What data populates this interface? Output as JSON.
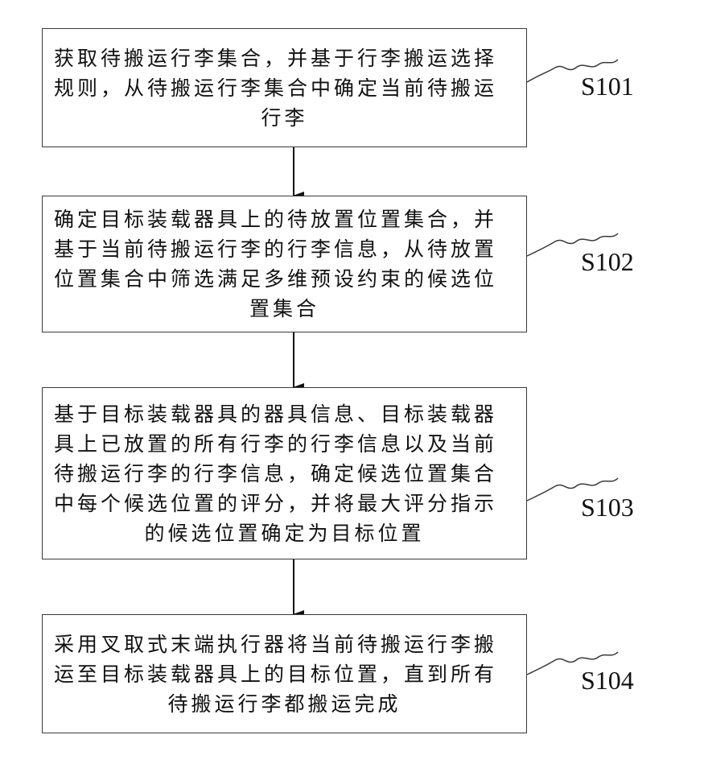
{
  "steps": [
    {
      "id": "S101",
      "label": "S101",
      "text": "获取待搬运行李集合，并基于行李搬运选择规则，从待搬运行李集合中确定当前待搬运行李"
    },
    {
      "id": "S102",
      "label": "S102",
      "text": "确定目标装载器具上的待放置位置集合，并基于当前待搬运行李的行李信息，从待放置位置集合中筛选满足多维预设约束的候选位置集合"
    },
    {
      "id": "S103",
      "label": "S103",
      "text": "基于目标装载器具的器具信息、目标装载器具上已放置的所有行李的行李信息以及当前待搬运行李的行李信息，确定候选位置集合中每个候选位置的评分，并将最大评分指示的候选位置确定为目标位置"
    },
    {
      "id": "S104",
      "label": "S104",
      "text": "采用叉取式末端执行器将当前待搬运行李搬运至目标装载器具上的目标位置，直到所有待搬运行李都搬运完成"
    }
  ],
  "colors": {
    "stroke": "#3a3a3a",
    "text": "#111111",
    "background": "#ffffff"
  }
}
